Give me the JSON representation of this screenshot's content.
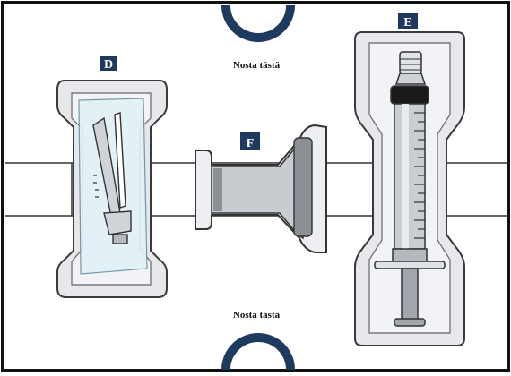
{
  "labels": {
    "syringe_tray": "E",
    "adapter_tray": "F",
    "needle_tray": "D"
  },
  "captions": {
    "lift_top": "Nosta tästä",
    "lift_bottom": "Nosta tästä"
  },
  "colors": {
    "label_bg": "#1f3a5f",
    "label_text": "#ffffff",
    "notch": "#1f3a5f",
    "frame": "#111111",
    "tray_fill": "#e6e8ec",
    "tray_inner": "#f1f3f6",
    "tray_outline": "#3a3a3a",
    "syringe_barrel": "#c9ced4",
    "plunger": "#a3a7ad"
  }
}
